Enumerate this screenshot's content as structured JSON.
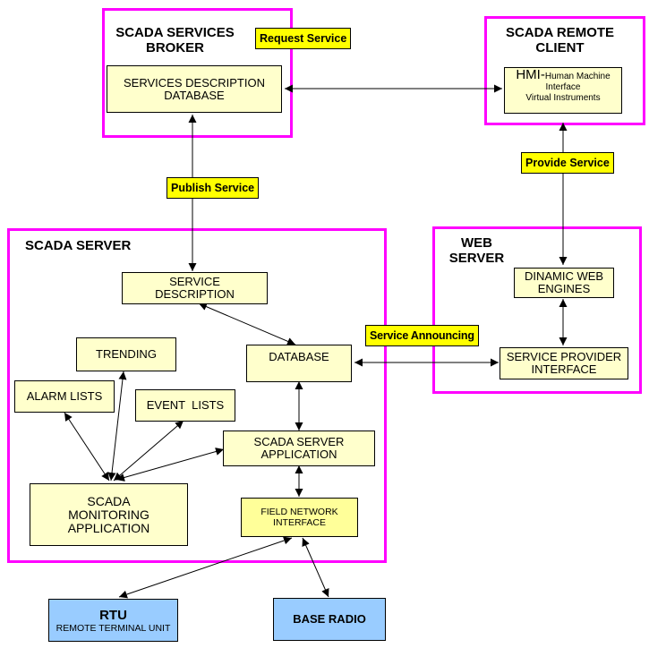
{
  "groups": {
    "broker": {
      "title_line1": "SCADA SERVICES",
      "title_line2": "BROKER"
    },
    "remote_client": {
      "title_line1": "SCADA REMOTE",
      "title_line2": "CLIENT"
    },
    "web_server": {
      "title_line1": "WEB",
      "title_line2": "SERVER"
    },
    "scada_server": {
      "title": "SCADA SERVER"
    }
  },
  "nodes": {
    "services_description_database": {
      "line1": "SERVICES DESCRIPTION",
      "line2": "DATABASE"
    },
    "hmi": {
      "prefix": "HMI-",
      "line1": "Human Machine",
      "line2": "Interface",
      "line3": "Virtual Instruments"
    },
    "dinamic_web_engines": {
      "line1": "DINAMIC WEB",
      "line2": "ENGINES"
    },
    "service_provider_interface": {
      "line1": "SERVICE PROVIDER",
      "line2": "INTERFACE"
    },
    "service_description": {
      "line1": "SERVICE",
      "line2": "DESCRIPTION"
    },
    "database": {
      "line1": "DATABASE"
    },
    "trending": {
      "line1": "TRENDING"
    },
    "alarm_lists": {
      "line1": "ALARM LISTS"
    },
    "event_lists": {
      "line1": "EVENT  LISTS"
    },
    "scada_server_application": {
      "line1": "SCADA SERVER",
      "line2": "APPLICATION"
    },
    "scada_monitoring_application": {
      "line1": "SCADA",
      "line2": "MONITORING",
      "line3": "APPLICATION"
    },
    "field_network_interface": {
      "line1": "FIELD NETWORK",
      "line2": "INTERFACE"
    },
    "rtu": {
      "line1": "RTU",
      "line2": "REMOTE TERMINAL UNIT"
    },
    "base_radio": {
      "line1": "BASE RADIO"
    }
  },
  "labels": {
    "request_service": "Request Service",
    "publish_service": "Publish Service",
    "provide_service": "Provide Service",
    "service_announcing": "Service Announcing"
  },
  "colors": {
    "group_border": "#ff00ff",
    "node_fill": "#ffffcc",
    "node_fill_dark": "#ffff99",
    "device_fill": "#99ccff",
    "label_fill": "#ffff00"
  }
}
